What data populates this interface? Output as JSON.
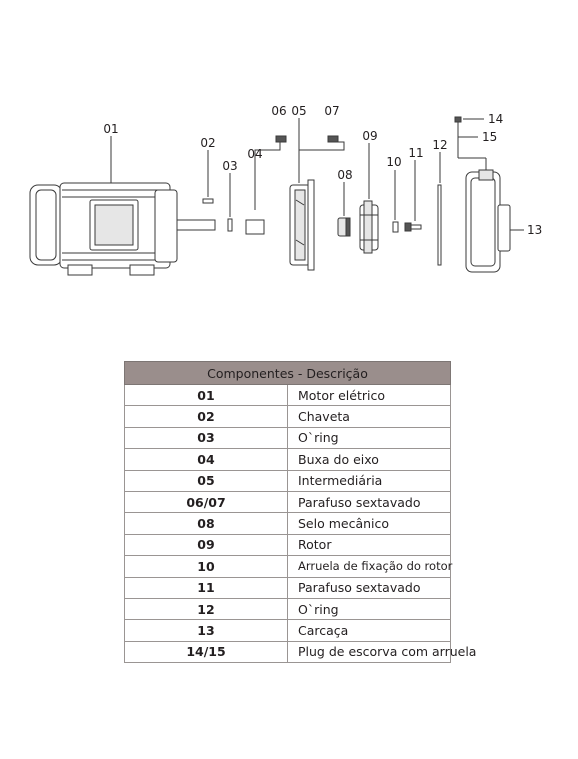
{
  "callouts": {
    "c01": "01",
    "c02": "02",
    "c03": "03",
    "c04": "04",
    "c05": "05",
    "c06": "06",
    "c07": "07",
    "c08": "08",
    "c09": "09",
    "c10": "10",
    "c11": "11",
    "c12": "12",
    "c13": "13",
    "c14": "14",
    "c15": "15"
  },
  "table": {
    "header": "Componentes - Descrição",
    "rows": [
      {
        "code": "01",
        "description": "Motor elétrico"
      },
      {
        "code": "02",
        "description": "Chaveta"
      },
      {
        "code": "03",
        "description": "O`ring"
      },
      {
        "code": "04",
        "description": "Buxa do eixo"
      },
      {
        "code": "05",
        "description": "Intermediária"
      },
      {
        "code": "06/07",
        "description": "Parafuso sextavado"
      },
      {
        "code": "08",
        "description": "Selo mecânico"
      },
      {
        "code": "09",
        "description": "Rotor"
      },
      {
        "code": "10",
        "description": "Arruela de fixação do rotor"
      },
      {
        "code": "11",
        "description": "Parafuso sextavado"
      },
      {
        "code": "12",
        "description": "O`ring"
      },
      {
        "code": "13",
        "description": "Carcaça"
      },
      {
        "code": "14/15",
        "description": "Plug de escorva com arruela"
      }
    ]
  }
}
